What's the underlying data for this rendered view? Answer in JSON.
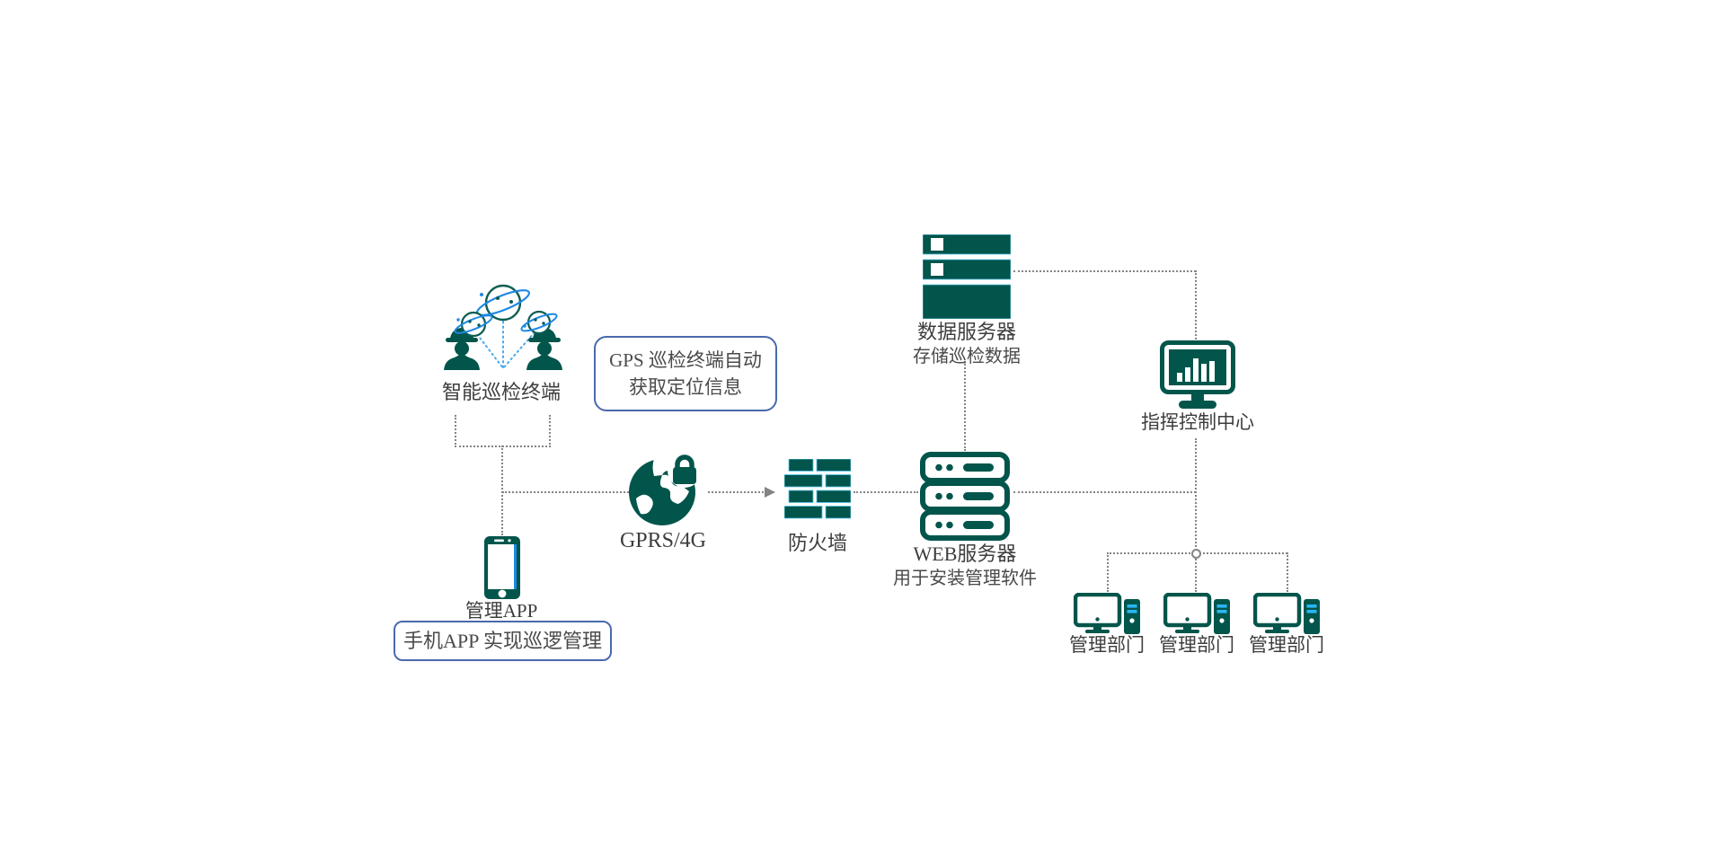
{
  "diagram_title": "patrol-inspection-network-topology",
  "nodes": {
    "terminal": {
      "label": "智能巡检终端"
    },
    "gps_note": {
      "line1": "GPS 巡检终端自动",
      "line2": "获取定位信息"
    },
    "app": {
      "label": "管理APP"
    },
    "app_note": {
      "text": "手机APP 实现巡逻管理"
    },
    "network": {
      "label": "GPRS/4G"
    },
    "firewall": {
      "label": "防火墙"
    },
    "web_server": {
      "label": "WEB服务器",
      "sublabel": "用于安装管理软件"
    },
    "data_server": {
      "label": "数据服务器",
      "sublabel": "存储巡检数据"
    },
    "command_center": {
      "label": "指挥控制中心"
    },
    "departments": [
      {
        "label": "管理部门"
      },
      {
        "label": "管理部门"
      },
      {
        "label": "管理部门"
      }
    ]
  },
  "icons": {
    "terminal": "satellite-workers-icon",
    "app": "smartphone-icon",
    "network": "globe-lock-icon",
    "firewall": "brick-wall-icon",
    "web_server": "server-rack-outline-icon",
    "data_server": "server-rack-solid-icon",
    "command_center": "monitor-bar-chart-icon",
    "department": "desktop-computer-icon"
  },
  "colors": {
    "teal": "#02554B",
    "accent_blue": "#1E88E5",
    "light_blue": "#4FC3F7",
    "line_gray": "#848484",
    "text": "#3D3D3D",
    "note_border": "#4A69AD",
    "background": "#FFFFFF"
  }
}
